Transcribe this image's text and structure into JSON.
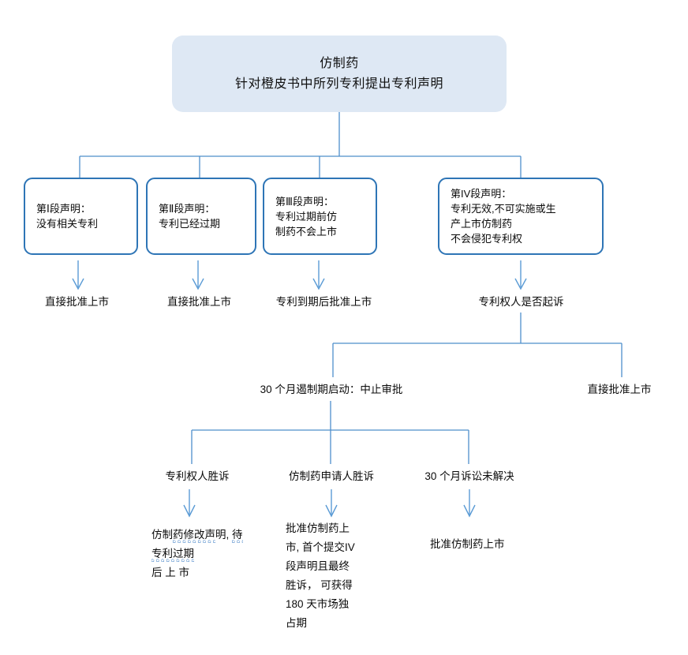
{
  "diagram": {
    "title_box": {
      "line1": "仿制药",
      "line2": "针对橙皮书中所列专利提出专利声明"
    },
    "statements": [
      {
        "id": "para-1",
        "text": "第Ⅰ段声明：\n没有相关专利"
      },
      {
        "id": "para-2",
        "text": "第Ⅱ段声明：\n专利已经过期"
      },
      {
        "id": "para-3",
        "text": "第Ⅲ段声明：\n专利过期前仿\n制药不会上市"
      },
      {
        "id": "para-4",
        "text": "第IV段声明：\n专利无效,不可实施或生\n产上市仿制药\n不会侵犯专利权"
      }
    ],
    "outcomes": [
      {
        "id": "outcome-1",
        "text": "直接批准上市"
      },
      {
        "id": "outcome-2",
        "text": "直接批准上市"
      },
      {
        "id": "outcome-3",
        "text": "专利到期后批准上市"
      },
      {
        "id": "outcome-4",
        "text": "专利权人是否起诉"
      }
    ],
    "suit_branches": {
      "stay": "30 个月遏制期启动：中止审批",
      "no_suit": "直接批准上市"
    },
    "litigation_outcomes": [
      {
        "id": "patentee-wins",
        "text": "专利权人胜诉"
      },
      {
        "id": "applicant-wins",
        "text": "仿制药申请人胜诉"
      },
      {
        "id": "unresolved",
        "text": "30 个月诉讼未解决"
      }
    ],
    "final_results": [
      {
        "id": "result-amend",
        "segments": [
          {
            "text": "仿制",
            "squiggle": false
          },
          {
            "text": "药修改声",
            "squiggle": true
          },
          {
            "text": "明, ",
            "squiggle": false
          },
          {
            "text": "待专利过期",
            "squiggle": true
          },
          {
            "text": "\n后 上 市",
            "squiggle": false
          }
        ]
      },
      {
        "id": "result-approve-exclusivity",
        "text": "批准仿制药上\n市, 首个提交IV\n段声明且最终\n胜诉， 可获得\n180 天市场独\n占期"
      },
      {
        "id": "result-approve",
        "text": "批准仿制药上市"
      }
    ],
    "colors": {
      "box_border": "#2E75B6",
      "header_fill": "#DEE8F4",
      "connector": "#4E8FCB",
      "arrow": "#5B9BD5",
      "squiggle": "#4a86c8",
      "text": "#0b0b0b"
    }
  }
}
